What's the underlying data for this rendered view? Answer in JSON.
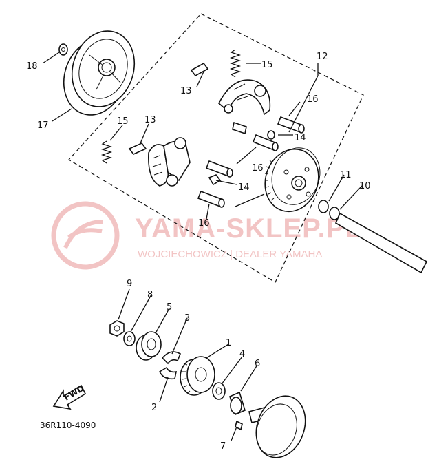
{
  "watermark": {
    "brand": "YAMA-SKLEP.PL",
    "dealer": "WOJCIECHOWICZ | DEALER YAMAHA"
  },
  "diagram_code": "36R110-4090",
  "direction_label": "FWD",
  "callouts": [
    "1",
    "2",
    "3",
    "4",
    "5",
    "6",
    "7",
    "8",
    "9",
    "10",
    "11",
    "12",
    "13",
    "13",
    "14",
    "14",
    "15",
    "15",
    "16",
    "16",
    "16",
    "17",
    "18"
  ],
  "colors": {
    "line": "#111111",
    "watermark": "#f2c4c4"
  }
}
